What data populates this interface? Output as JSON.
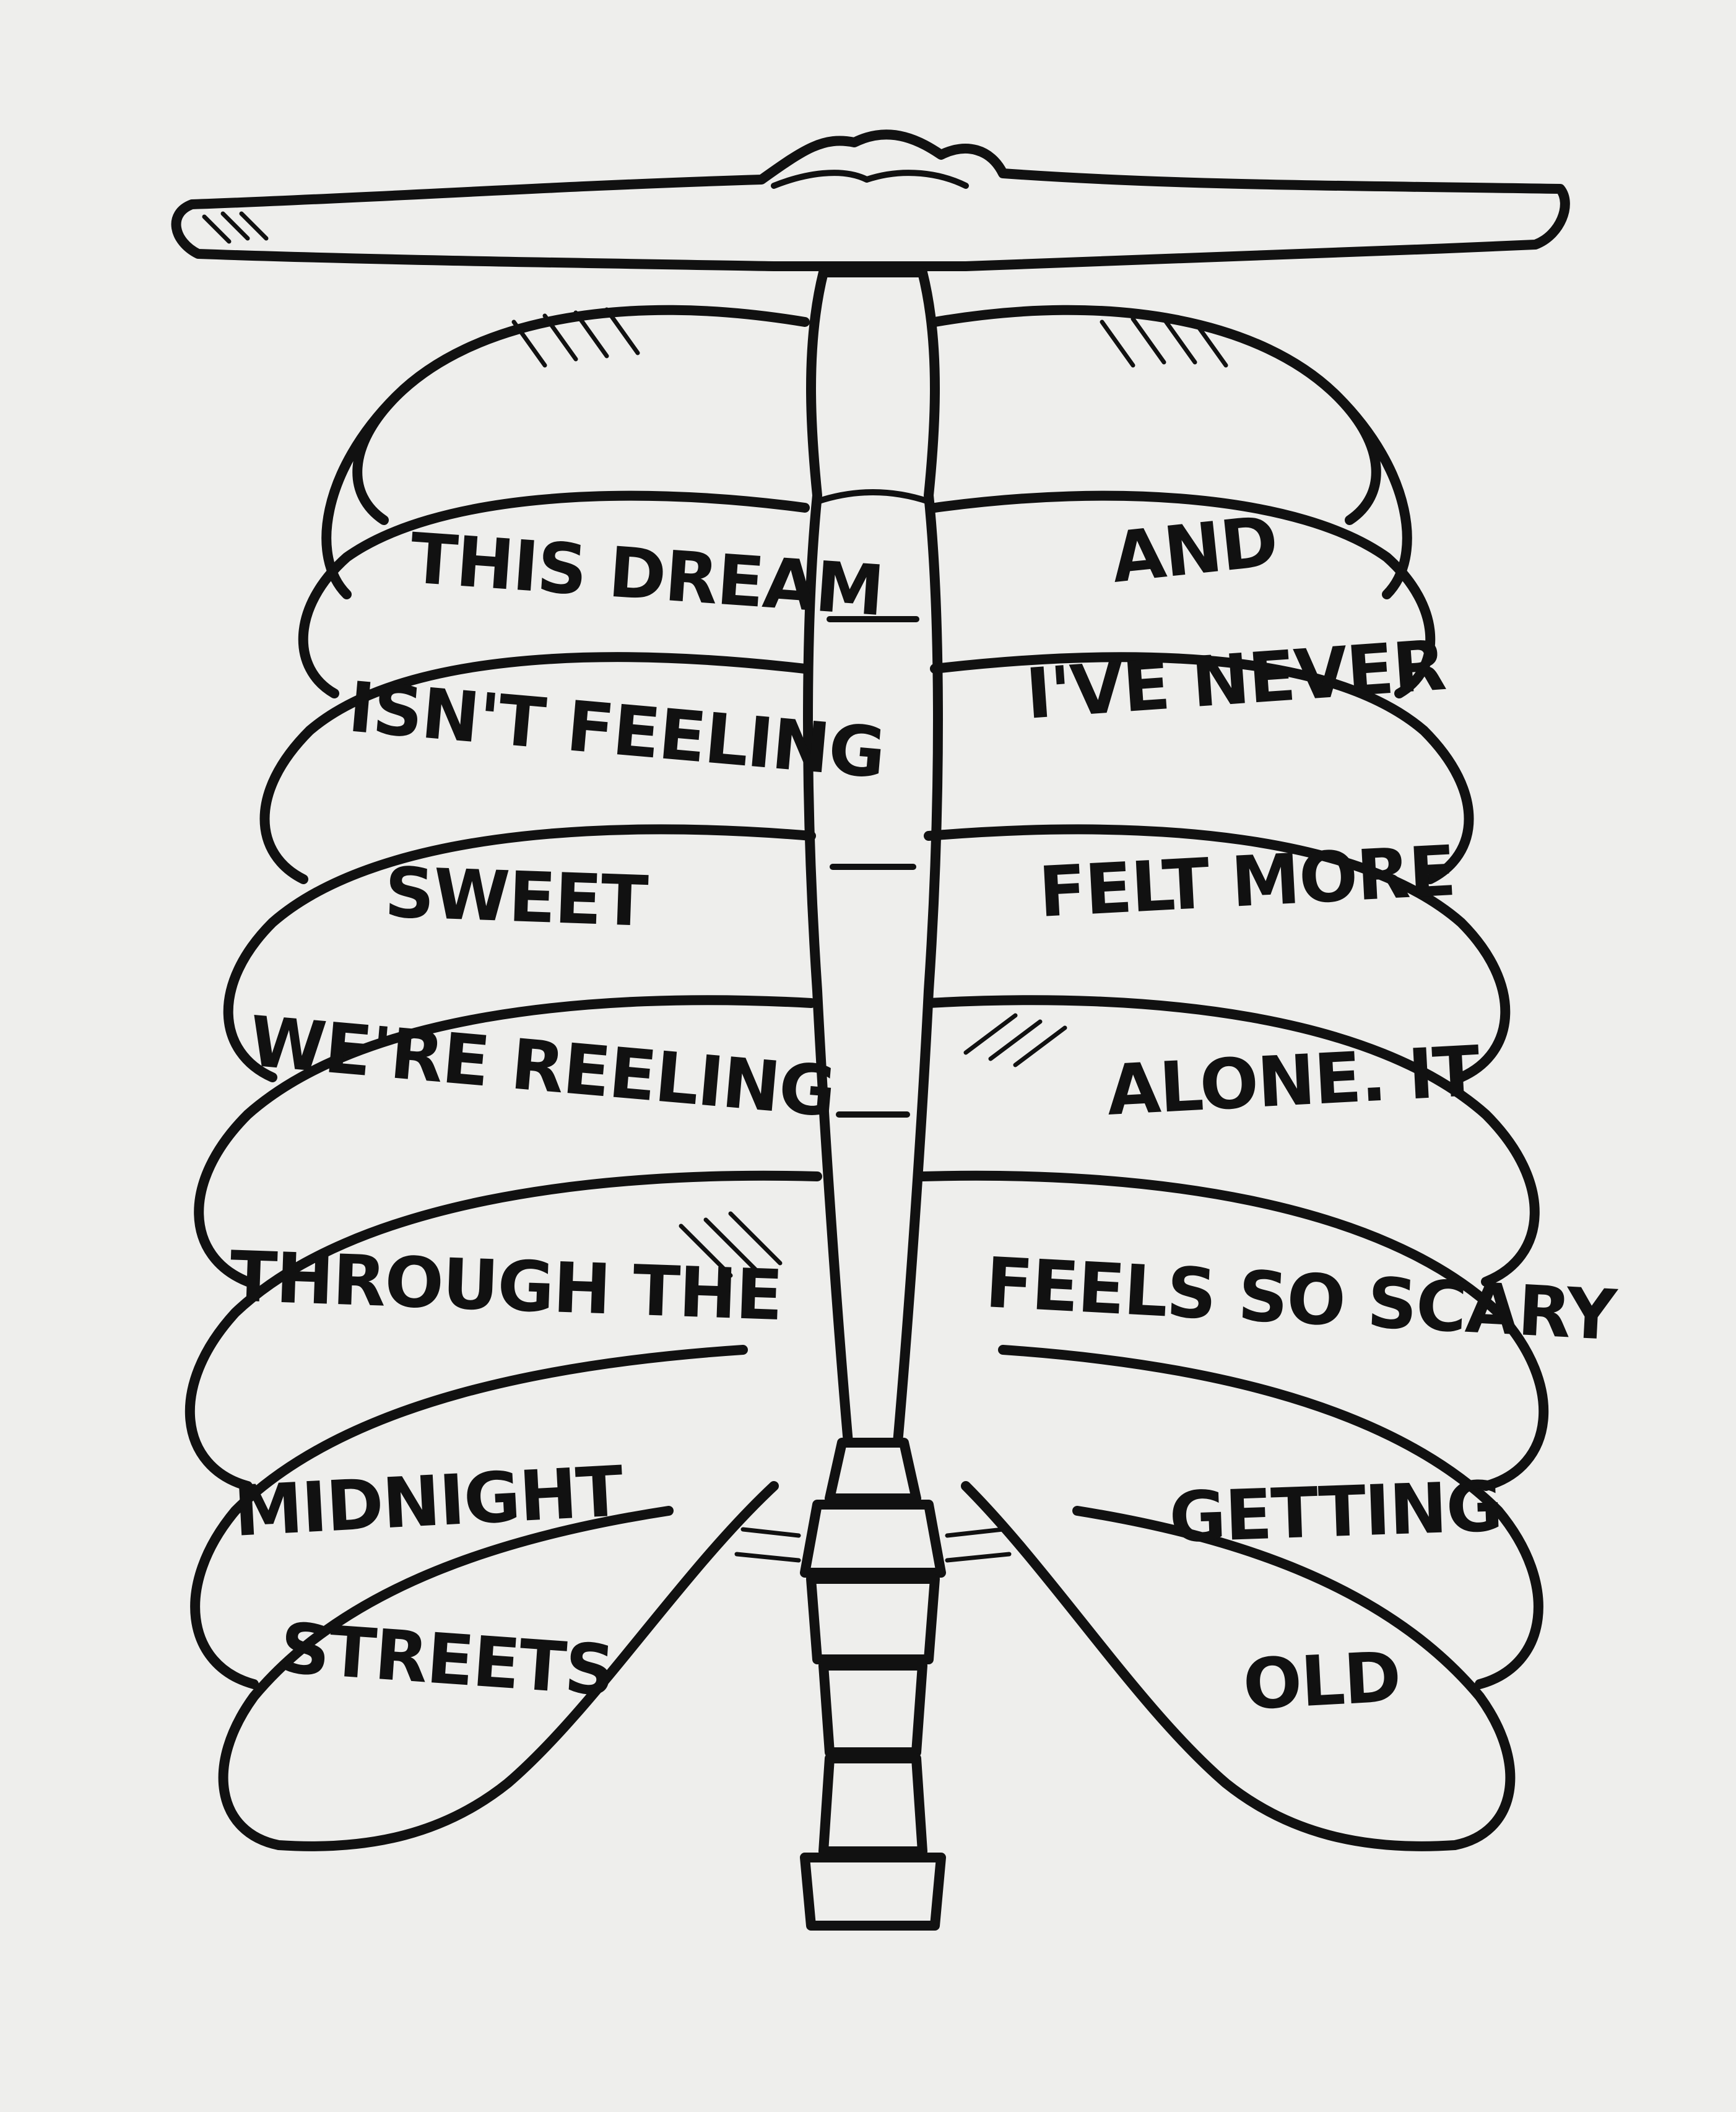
{
  "artwork": {
    "paper_color": "#eeeeec",
    "ink_color": "#111111",
    "lyrics_left": [
      "THIS DREAM",
      "ISN'T FEELING",
      "SWEET",
      "WE'RE REELING",
      "THROUGH THE",
      "MIDNIGHT",
      "STREETS"
    ],
    "lyrics_right": [
      "AND",
      "I'VE NEVER",
      "FELT MORE",
      "ALONE. IT",
      "FEELS SO SCARY",
      "GETTING",
      "OLD"
    ]
  }
}
